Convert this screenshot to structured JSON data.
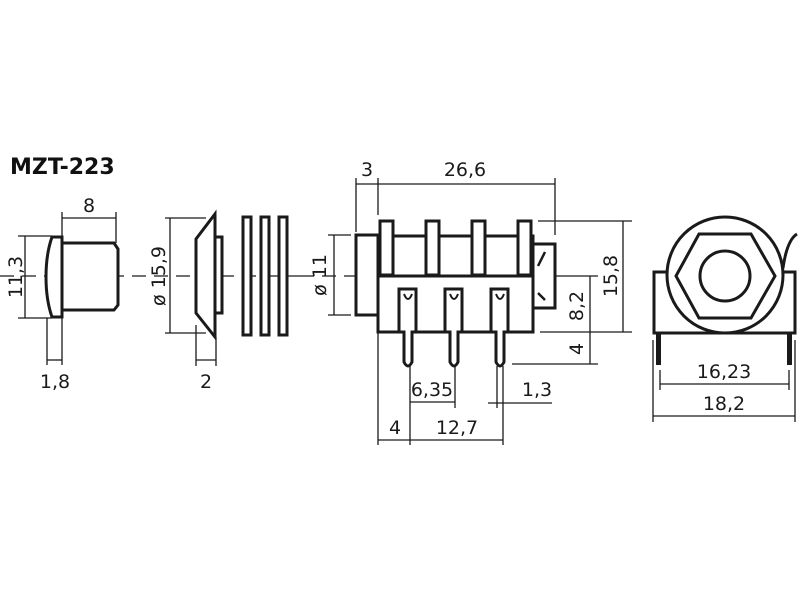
{
  "title": "MZT-223",
  "colors": {
    "line": "#1a1a1a",
    "background": "#ffffff"
  },
  "nut": {
    "dims": {
      "length": "8",
      "height": "11,3",
      "flange": "1,8"
    }
  },
  "washer": {
    "dims": {
      "diameter": "ø 15,9",
      "thickness": "2"
    }
  },
  "jack_side": {
    "dims": {
      "front": "3",
      "length": "26,6",
      "bushing": "ø 11",
      "height": "15,8",
      "pin_height": "8,2",
      "pin_length": "4",
      "pin_pitch": "6,35",
      "pin_width": "1,3",
      "front_to_pin": "4",
      "pin_span": "12,7"
    }
  },
  "jack_front": {
    "dims": {
      "pin_spacing": "16,23",
      "width": "18,2"
    }
  }
}
